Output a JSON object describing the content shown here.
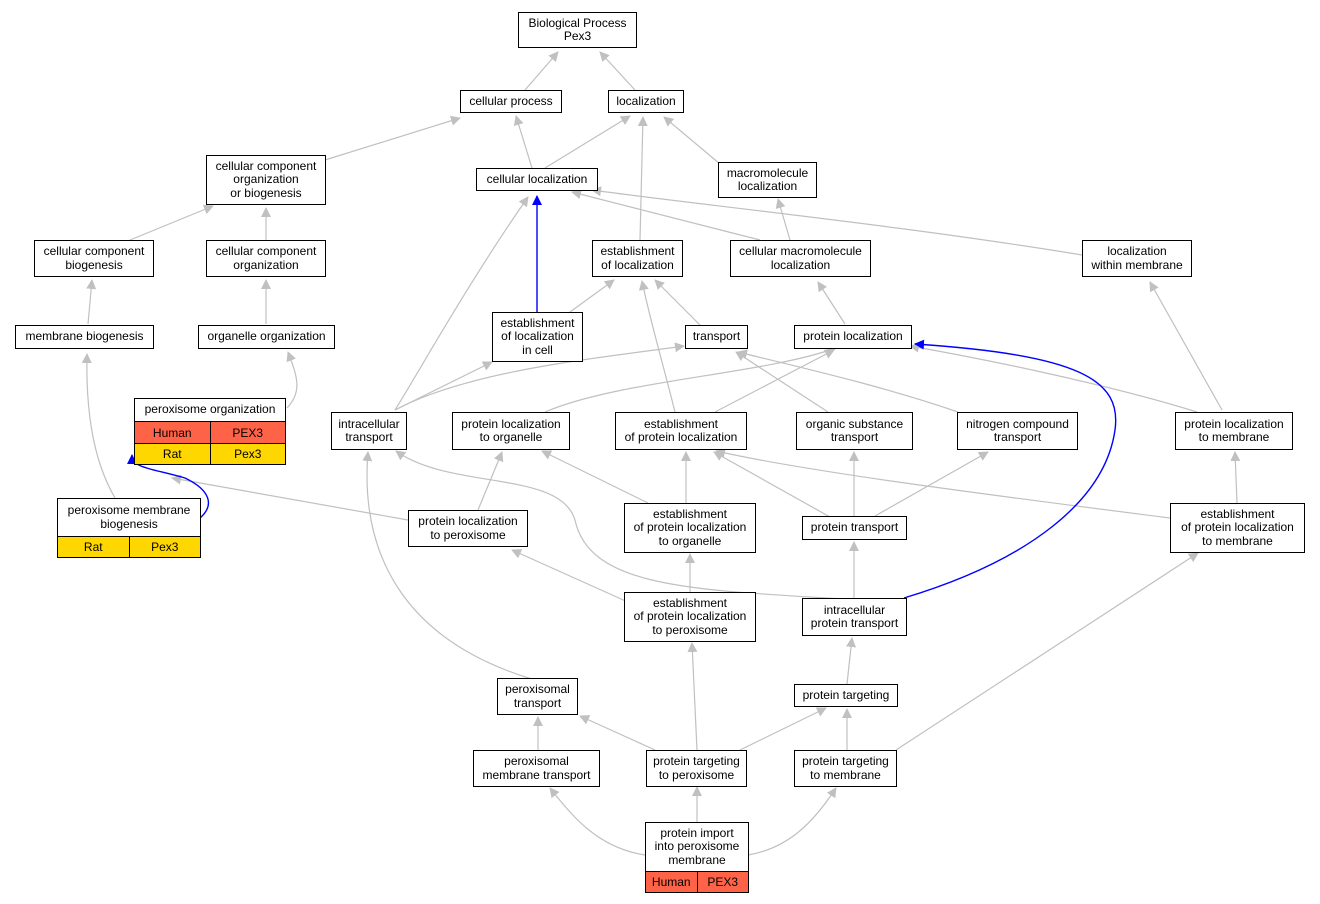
{
  "diagram": {
    "root": [
      "Biological Process",
      "Pex3"
    ],
    "nodes": {
      "cellular_process": [
        "cellular process"
      ],
      "localization": [
        "localization"
      ],
      "cc_org_or_bio": [
        "cellular component",
        "organization",
        "or biogenesis"
      ],
      "cellular_localization": [
        "cellular localization"
      ],
      "macromolecule_localization": [
        "macromolecule",
        "localization"
      ],
      "cc_biogenesis": [
        "cellular component",
        "biogenesis"
      ],
      "cc_organization": [
        "cellular component",
        "organization"
      ],
      "establishment_of_localization": [
        "establishment",
        "of localization"
      ],
      "cellular_macromolecule_localization": [
        "cellular macromolecule",
        "localization"
      ],
      "localization_within_membrane": [
        "localization",
        "within membrane"
      ],
      "membrane_biogenesis": [
        "membrane biogenesis"
      ],
      "organelle_organization": [
        "organelle organization"
      ],
      "establishment_in_cell": [
        "establishment",
        "of localization",
        "in cell"
      ],
      "transport": [
        "transport"
      ],
      "protein_localization": [
        "protein localization"
      ],
      "intracellular_transport": [
        "intracellular",
        "transport"
      ],
      "protein_localization_to_organelle": [
        "protein localization",
        "to organelle"
      ],
      "establishment_protein_localization": [
        "establishment",
        "of protein localization"
      ],
      "organic_substance_transport": [
        "organic substance",
        "transport"
      ],
      "nitrogen_compound_transport": [
        "nitrogen compound",
        "transport"
      ],
      "protein_localization_to_membrane": [
        "protein localization",
        "to membrane"
      ],
      "protein_localization_to_peroxisome": [
        "protein localization",
        "to peroxisome"
      ],
      "establishment_to_organelle": [
        "establishment",
        "of protein localization",
        "to organelle"
      ],
      "protein_transport": [
        "protein transport"
      ],
      "establishment_to_membrane": [
        "establishment",
        "of protein localization",
        "to membrane"
      ],
      "establishment_to_peroxisome": [
        "establishment",
        "of protein localization",
        "to peroxisome"
      ],
      "intracellular_protein_transport": [
        "intracellular",
        "protein transport"
      ],
      "peroxisomal_transport": [
        "peroxisomal",
        "transport"
      ],
      "protein_targeting": [
        "protein targeting"
      ],
      "peroxisomal_membrane_transport": [
        "peroxisomal",
        "membrane transport"
      ],
      "protein_targeting_to_peroxisome": [
        "protein targeting",
        "to peroxisome"
      ],
      "protein_targeting_to_membrane": [
        "protein targeting",
        "to membrane"
      ]
    },
    "annotated": {
      "peroxisome_organization": {
        "label": [
          "peroxisome organization"
        ],
        "rows": [
          {
            "species": "Human",
            "gene": "PEX3",
            "color": "#ff6347"
          },
          {
            "species": "Rat",
            "gene": "Pex3",
            "color": "#ffd700"
          }
        ]
      },
      "peroxisome_membrane_biogenesis": {
        "label": [
          "peroxisome membrane",
          "biogenesis"
        ],
        "rows": [
          {
            "species": "Rat",
            "gene": "Pex3",
            "color": "#ffd700"
          }
        ]
      },
      "protein_import": {
        "label": [
          "protein import",
          "into peroxisome",
          "membrane"
        ],
        "rows": [
          {
            "species": "Human",
            "gene": "PEX3",
            "color": "#ff6347"
          }
        ]
      }
    },
    "edge_colors": {
      "normal": "#c0c0c0",
      "highlight": "#0000ff"
    }
  }
}
